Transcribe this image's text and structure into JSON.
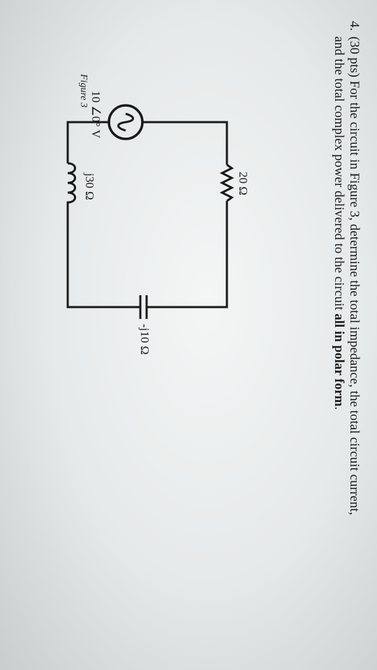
{
  "problem": {
    "number": "4.",
    "line1": "(30 pts) For the circuit in Figure 3, determine the total impedance, the total circuit current,",
    "line2_prefix": "and the total complex power delivered to the circuit ",
    "line2_bold": "all in polar form",
    "line2_suffix": "."
  },
  "figure": {
    "caption": "Figure 3",
    "source_label": "10 ∠0° V",
    "resistor_label": "20 Ω",
    "capacitor_label": "-j10 Ω",
    "inductor_label": "j30 Ω"
  }
}
